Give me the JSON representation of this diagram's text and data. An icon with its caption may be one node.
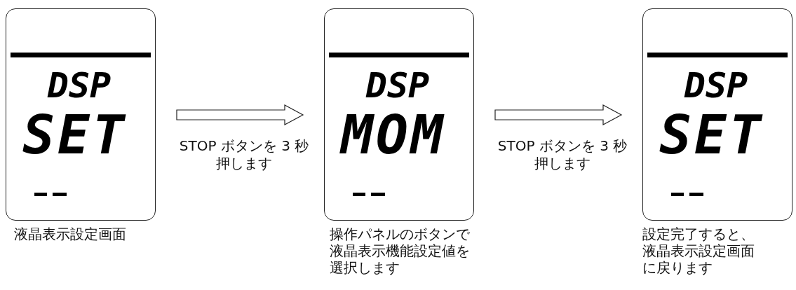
{
  "diagram": {
    "nodes": [
      {
        "text": [
          "DSP",
          "SET"
        ],
        "beside": [
          "液晶表示設定画面"
        ]
      },
      {
        "text": [
          "DSP",
          "MOM"
        ],
        "beside": [
          "操作パネルのボタンで液晶表示機能設定値を選択します"
        ]
      },
      {
        "text": [
          "DSP",
          "SET"
        ],
        "beside": [
          "設定完了すると、液晶表示設定画面に戻ります"
        ]
      }
    ],
    "edges": [
      {
        "from": 0,
        "to": 1,
        "arrow": "to",
        "label": "STOP ボタンを 3 秒押します"
      },
      {
        "from": 1,
        "to": 2,
        "arrow": "to",
        "label": "STOP ボタンを 3 秒押します"
      }
    ]
  }
}
